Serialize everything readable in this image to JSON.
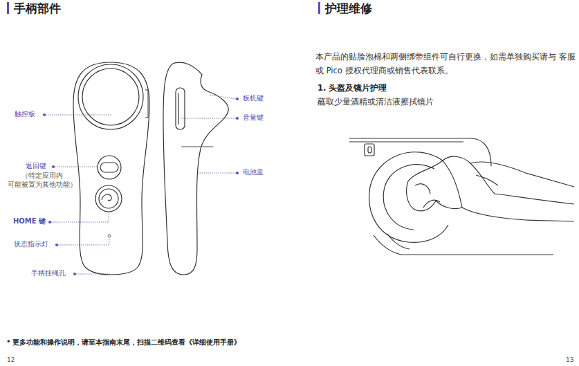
{
  "diagram": {
    "labels": [
      "手柄部件",
      "触控板",
      "返回键",
      "（特定应用内 可能被置为其他功能）",
      "HOME 键",
      "状态指示灯",
      "手柄挂绳孔",
      "板机键",
      "音量键",
      "电池盖",
      "* 更多功能和操作说明，请至本指南末尾，扫描二维码查看《详细使用手册》",
      "12",
      "护理维修",
      "本产品的贴脸泡棉和两侧绑带组件可自行更换，如需单独购买请与 客服或 Pico 授权代理商或销售代表联系。",
      "1. 头盔及镜片护理",
      "蘸取少量酒精或清洁液擦拭镜片",
      "13"
    ]
  }
}
